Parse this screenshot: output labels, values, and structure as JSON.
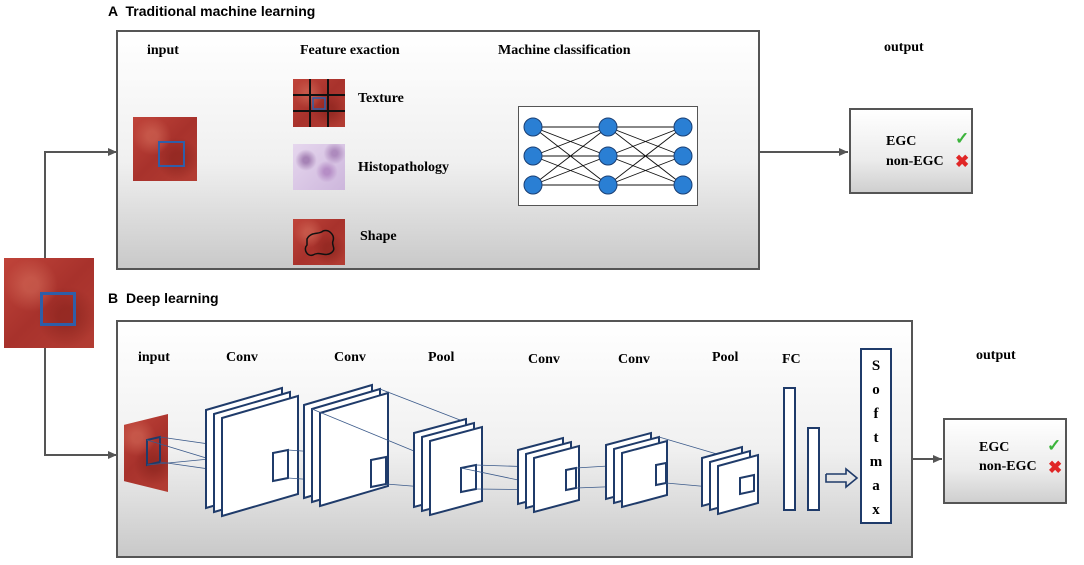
{
  "panel_a": {
    "letter": "A",
    "title": "Traditional machine learning",
    "input_label": "input",
    "feature_label": "Feature exaction",
    "features": [
      "Texture",
      "Histopathology",
      "Shape"
    ],
    "classification_label": "Machine classification",
    "output_label": "output",
    "output_items": [
      "EGC",
      "non-EGC"
    ]
  },
  "panel_b": {
    "letter": "B",
    "title": "Deep learning",
    "input_label": "input",
    "layers": [
      "Conv",
      "Conv",
      "Pool",
      "Conv",
      "Conv",
      "Pool",
      "FC"
    ],
    "softmax_letters": [
      "S",
      "o",
      "f",
      "t",
      "m",
      "a",
      "x"
    ],
    "output_label": "output",
    "output_items": [
      "EGC",
      "non-EGC"
    ]
  },
  "icons": {
    "check": "check-icon",
    "cross": "cross-icon"
  },
  "colors": {
    "node_blue": "#2a7fd4",
    "check_green": "#3cb43c",
    "cross_red": "#e02626",
    "frame_blue": "#1f3b6a",
    "highlight_blue": "#2f5ea8"
  }
}
